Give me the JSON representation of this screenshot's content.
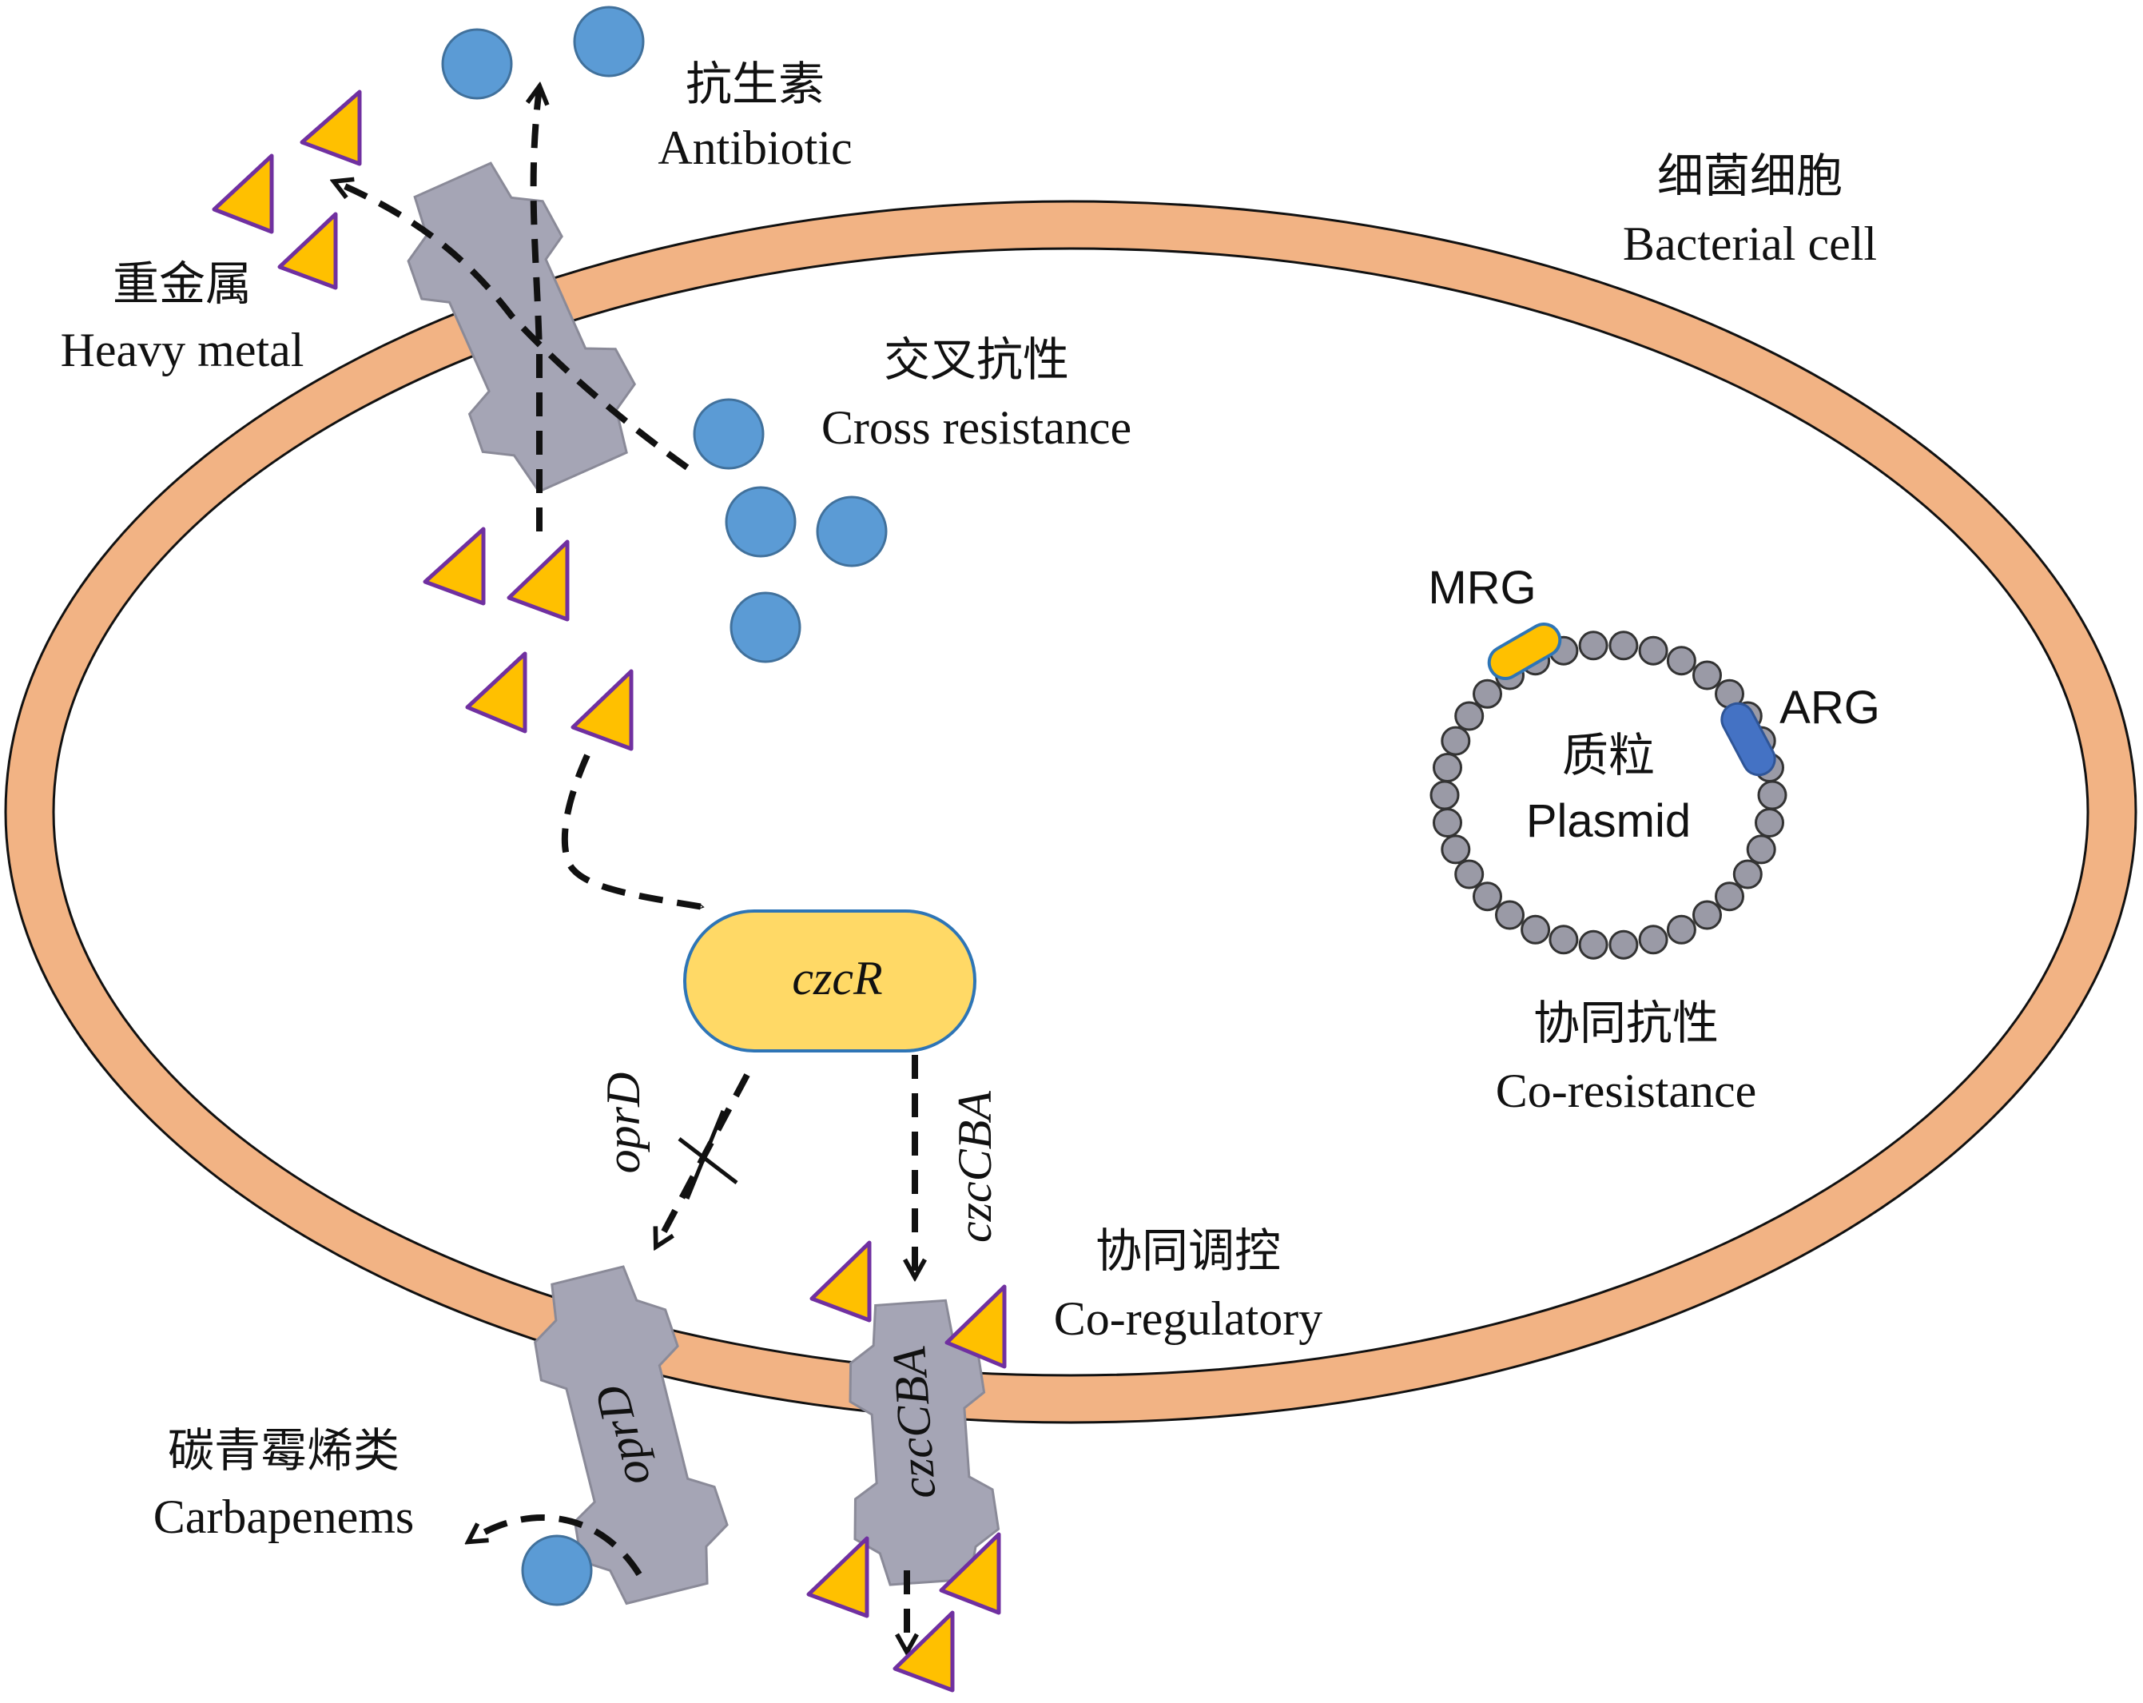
{
  "colors": {
    "membrane": "#F2B384",
    "cytoplasm": "#FFFFFF",
    "outline": "#111111",
    "antibiotic": "#5B9BD5",
    "antibiotic_edge": "#41719C",
    "metal_fill": "#FFC000",
    "metal_edge": "#7030A0",
    "transporter": "#A5A5B5",
    "plasmid_bead": "#9A9AA6",
    "regulator": "#FFD966",
    "regulator_edge": "#2E75B6",
    "mrg_gene": "#FFC000",
    "arg_gene": "#4472C4"
  },
  "labels": {
    "antibiotic_zh": "抗生素",
    "antibiotic_en": "Antibiotic",
    "cell_zh": "细菌细胞",
    "cell_en": "Bacterial cell",
    "metal_zh": "重金属",
    "metal_en": "Heavy metal",
    "cross_zh": "交叉抗性",
    "cross_en": "Cross resistance",
    "mrg": "MRG",
    "arg": "ARG",
    "plasmid_zh": "质粒",
    "plasmid_en": "Plasmid",
    "co_res_zh": "协同抗性",
    "co_res_en": "Co-resistance",
    "regulator": "czcR",
    "oprd_arrow": "oprD",
    "czccba_arrow": "czcCBA",
    "co_reg_zh": "协同调控",
    "co_reg_en": "Co-regulatory",
    "oprd_channel": "oprD",
    "czccba_pump": "czcCBA",
    "carbapenem_zh": "碳青霉烯类",
    "carbapenem_en": "Carbapenems"
  },
  "icons": {
    "antibiotic": "blue-circle",
    "heavy_metal": "orange-triangle",
    "transporter": "grey-membrane-protein",
    "blocked": "cross-mark"
  }
}
